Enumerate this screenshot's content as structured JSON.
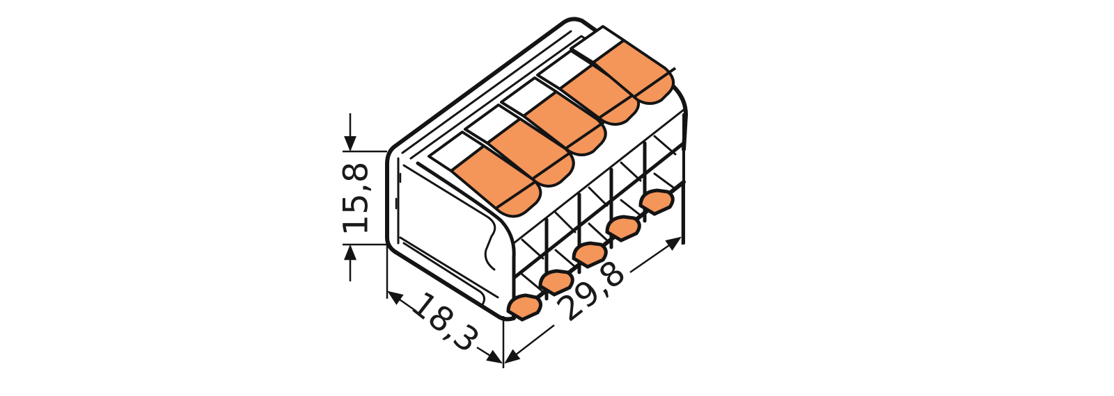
{
  "diagram": {
    "subject": "5-conductor lever wire connector, isometric technical drawing",
    "lever_count": 5,
    "colors": {
      "outline": "#141414",
      "lever": "#F4955A",
      "housing": "#ffffff"
    },
    "dimensions": {
      "height": "15,8",
      "depth": "18,3",
      "length": "29,8"
    }
  }
}
